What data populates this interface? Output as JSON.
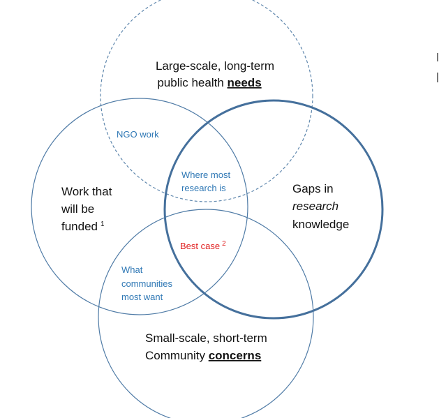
{
  "diagram": {
    "circles": {
      "top": {
        "line1": "Large-scale, long-term",
        "line2_prefix": "public health ",
        "line2_emph": "needs",
        "style": "dashed",
        "color": "#5f87ad"
      },
      "left": {
        "line1": "Work that",
        "line2": "will be",
        "line3": "funded",
        "footnote": "1",
        "style": "solid",
        "color": "#4f7ba6"
      },
      "right": {
        "line1": "Gaps in",
        "line2": "research",
        "line3": "knowledge",
        "style": "solid-thick",
        "color": "#45709c"
      },
      "bottom": {
        "line1": "Small-scale, short-term",
        "line2_prefix": "Community ",
        "line2_emph": "concerns",
        "style": "solid",
        "color": "#4f7ba6"
      }
    },
    "overlaps": {
      "top_left": "NGO work",
      "center_upper": {
        "line1": "Where most",
        "line2": "research is"
      },
      "center_lower": {
        "text": "Best case",
        "footnote": "2",
        "color": "#e02020"
      },
      "left_bottom": {
        "line1": "What",
        "line2": "communities",
        "line3": "most want"
      }
    },
    "overlap_label_color": "#2f78b5"
  }
}
